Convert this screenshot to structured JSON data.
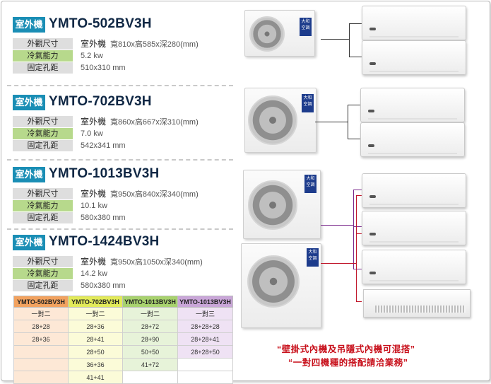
{
  "models": [
    {
      "tag": "室外機",
      "name": "YMTO-502BV3H",
      "size_label": "外觀尺寸",
      "size_prefix": "室外機",
      "size_value": "寬810x高585x深280(mm)",
      "cool_label": "冷氣能力",
      "cool_value": "5.2 kw",
      "mount_label": "固定孔距",
      "mount_value": "510x310 mm"
    },
    {
      "tag": "室外機",
      "name": "YMTO-702BV3H",
      "size_label": "外觀尺寸",
      "size_prefix": "室外機",
      "size_value": "寬860x高667x深310(mm)",
      "cool_label": "冷氣能力",
      "cool_value": "7.0 kw",
      "mount_label": "固定孔距",
      "mount_value": "542x341 mm"
    },
    {
      "tag": "室外機",
      "name": "YMTO-1013BV3H",
      "size_label": "外觀尺寸",
      "size_prefix": "室外機",
      "size_value": "寬950x高840x深340(mm)",
      "cool_label": "冷氣能力",
      "cool_value": "10.1 kw",
      "mount_label": "固定孔距",
      "mount_value": "580x380 mm"
    },
    {
      "tag": "室外機",
      "name": "YMTO-1424BV3H",
      "size_label": "外觀尺寸",
      "size_prefix": "室外機",
      "size_value": "寬950x高1050x深340(mm)",
      "cool_label": "冷氣能力",
      "cool_value": "14.2 kw",
      "mount_label": "固定孔距",
      "mount_value": "580x380 mm"
    }
  ],
  "combo_table": {
    "headers": [
      "YMTO-502BV3H",
      "YMTO-702BV3H",
      "YMTO-1013BV3H",
      "YMTO-1013BV3H"
    ],
    "rows": [
      [
        "一對二",
        "一對二",
        "一對二",
        "一對三"
      ],
      [
        "28+28",
        "28+36",
        "28+72",
        "28+28+28"
      ],
      [
        "28+36",
        "28+41",
        "28+90",
        "28+28+41"
      ],
      [
        "",
        "28+50",
        "50+50",
        "28+28+50"
      ],
      [
        "",
        "36+36",
        "41+72",
        ""
      ],
      [
        "",
        "41+41",
        "",
        ""
      ]
    ]
  },
  "notes": [
    "“壁掛式內機及吊隱式內機可混搭”",
    "“一對四機種的搭配請洽業務”"
  ],
  "outdoor_badge": "大和空調",
  "colors": {
    "tag": "#1a8eb5",
    "model_text": "#0f2744",
    "note": "#c8111c",
    "pipe_purple": "#7a2a8c",
    "pipe_red": "#c0162a"
  }
}
